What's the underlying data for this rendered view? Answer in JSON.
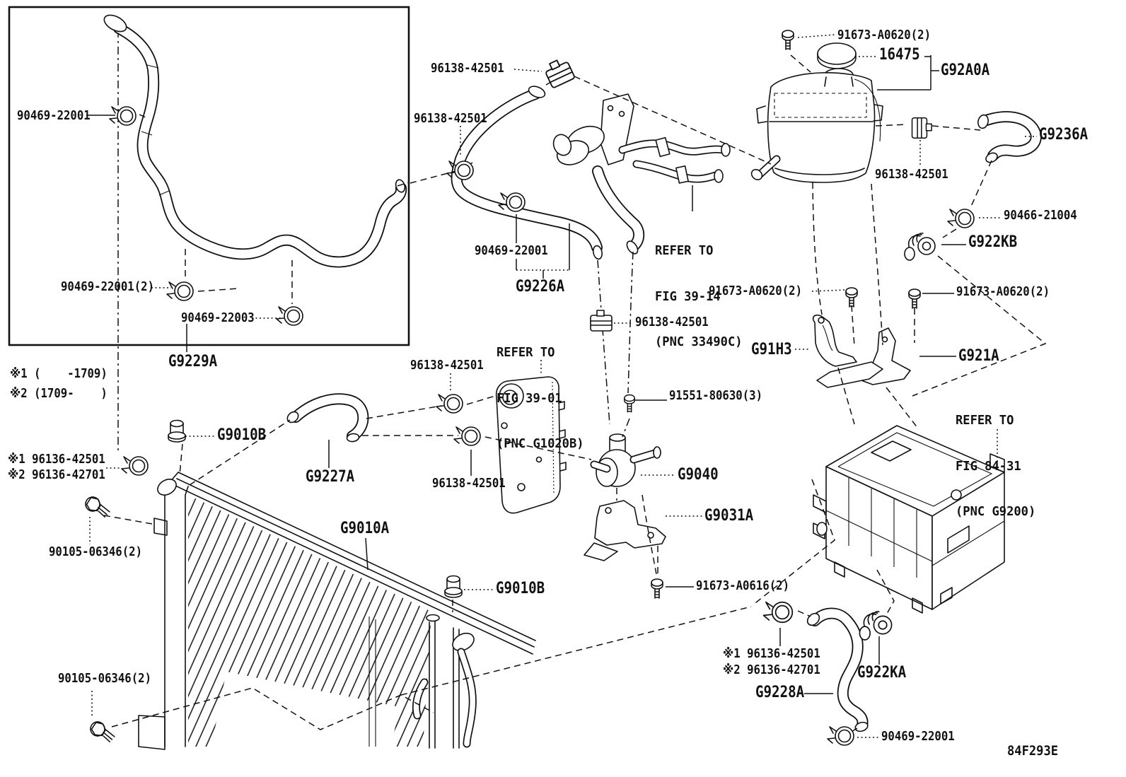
{
  "diagram": {
    "figure_code": "84F293E",
    "labels": {
      "inset_clamp_top": "90469-22001",
      "inset_clamp_mid": "90469-22001(2)",
      "inset_clamp_low": "90469-22003",
      "inset_hose": "G9229A",
      "note1": "※1 (    -1709)",
      "note2": "※2 (1709-    )",
      "plug_top": "G9010B",
      "note_96136_a1": "※1 96136-42501",
      "note_96136_a2": "※2 96136-42701",
      "bolt_mid": "90105-06346(2)",
      "bolt_low": "90105-06346(2)",
      "radiator": "G9010A",
      "hose_inlet": "G9227A",
      "clamp_96138_e": "96138-42501",
      "clamp_96138_f": "96138-42501",
      "clamp_96138_d": "96138-42501",
      "screw_91551": "91551-80630(3)",
      "pump": "G9040",
      "bracket_pump": "G9031A",
      "screw_a0616": "91673-A0616(2)",
      "plug_bottom": "G9010B",
      "clamp_96138_a": "96138-42501",
      "clamp_96138_b": "96138-42501",
      "clamp_90469_c": "90469-22001",
      "hose_valve": "G9226A",
      "screw_a0620_top": "91673-A0620(2)",
      "cap": "16475",
      "tank": "G92A0A",
      "clamp_96138_g": "96138-42501",
      "hose_u": "G9236A",
      "clamp_90466": "90466-21004",
      "fitting_kb": "G922KB",
      "screw_a0620_left": "91673-A0620(2)",
      "screw_a0620_right": "91673-A0620(2)",
      "bracket_g91h3": "G91H3",
      "bracket_g921a": "G921A",
      "note_96136_b1": "※1 96136-42501",
      "note_96136_b2": "※2 96136-42701",
      "hose_outlet": "G9228A",
      "fitting_ka": "G922KA",
      "clamp_90469_d": "90469-22001"
    },
    "refs": {
      "fig3914": [
        "REFER TO",
        "FIG 39-14",
        "(PNC 33490C)"
      ],
      "fig3901": [
        "REFER TO",
        "FIG 39-01",
        "(PNC G1020B)"
      ],
      "fig8431": [
        "REFER TO",
        "FIG 84-31",
        "(PNC G9200)"
      ]
    }
  }
}
